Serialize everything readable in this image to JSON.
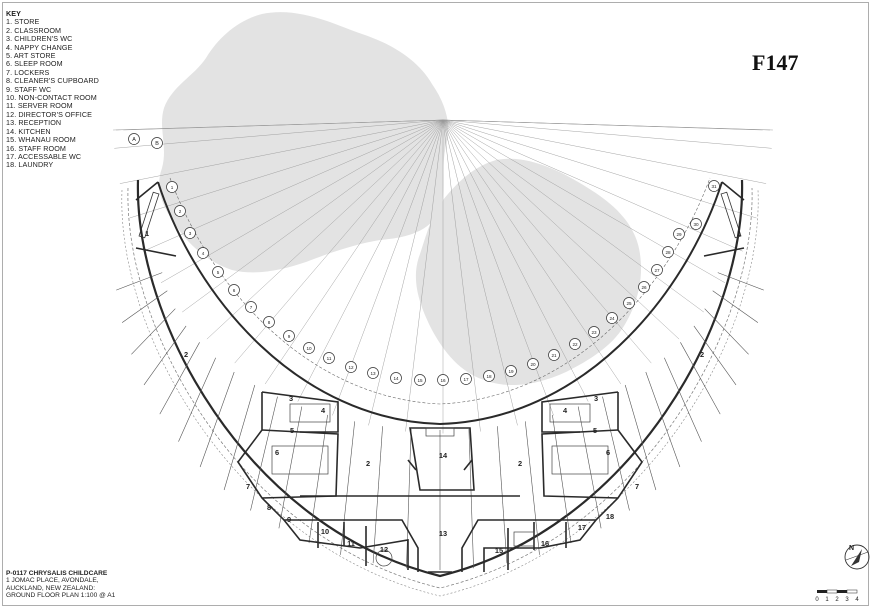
{
  "key": {
    "title": "KEY",
    "items": [
      "1.  STORE",
      "2.  CLASSROOM",
      "3.  CHILDREN'S WC",
      "4.  NAPPY CHANGE",
      "5.  ART STORE",
      "6.  SLEEP ROOM",
      "7.  LOCKERS",
      "8.  CLEANER'S CUPBOARD",
      "9.  STAFF WC",
      "10. NON-CONTACT ROOM",
      "11. SERVER ROOM",
      "12. DIRECTOR'S OFFICE",
      "13. RECEPTION",
      "14. KITCHEN",
      "15. WHANAU ROOM",
      "16. STAFF ROOM",
      "17. ACCESSABLE WC",
      "18. LAUNDRY"
    ]
  },
  "sheet_ref": "F147",
  "title_block": {
    "project": "P-0117 CHRYSALIS CHILDCARE",
    "address_1": "1 JOMAC PLACE, AVONDALE,",
    "address_2": "AUCKLAND, NEW ZEALAND:",
    "drawing": "GROUND FLOOR PLAN 1:100 @ A1"
  },
  "grid_labels": {
    "letters": [
      "A",
      "B"
    ],
    "numbers": [
      "1",
      "2",
      "3",
      "4",
      "5",
      "6",
      "7",
      "8",
      "9",
      "10",
      "11",
      "12",
      "13",
      "14",
      "15",
      "16",
      "17",
      "18",
      "19",
      "20",
      "21",
      "22",
      "23",
      "24",
      "25",
      "26",
      "27",
      "28",
      "29",
      "30",
      "31"
    ]
  },
  "room_labels": [
    {
      "id": "store-left",
      "text": "1"
    },
    {
      "id": "store-right",
      "text": "1"
    },
    {
      "id": "classroom-left-outer",
      "text": "2"
    },
    {
      "id": "classroom-right-outer",
      "text": "2"
    },
    {
      "id": "classroom-left-inner",
      "text": "2"
    },
    {
      "id": "classroom-right-inner",
      "text": "2"
    },
    {
      "id": "wc-left",
      "text": "3"
    },
    {
      "id": "wc-right",
      "text": "3"
    },
    {
      "id": "nappy-left",
      "text": "4"
    },
    {
      "id": "nappy-right",
      "text": "4"
    },
    {
      "id": "art-left",
      "text": "5"
    },
    {
      "id": "art-right",
      "text": "5"
    },
    {
      "id": "sleep-left",
      "text": "6"
    },
    {
      "id": "sleep-right",
      "text": "6"
    },
    {
      "id": "lockers-left",
      "text": "7"
    },
    {
      "id": "lockers-right",
      "text": "7"
    },
    {
      "id": "cleaner",
      "text": "8"
    },
    {
      "id": "staff-wc",
      "text": "9"
    },
    {
      "id": "non-contact",
      "text": "10"
    },
    {
      "id": "server",
      "text": "11"
    },
    {
      "id": "director",
      "text": "12"
    },
    {
      "id": "reception",
      "text": "13"
    },
    {
      "id": "kitchen",
      "text": "14"
    },
    {
      "id": "whanau",
      "text": "15"
    },
    {
      "id": "staff-room",
      "text": "16"
    },
    {
      "id": "accessible-wc",
      "text": "17"
    },
    {
      "id": "laundry",
      "text": "18"
    }
  ],
  "north_label": "N",
  "scale_bar": {
    "ticks": [
      "0",
      "1",
      "2",
      "3",
      "4"
    ]
  },
  "colors": {
    "tree": "#e3e3e3",
    "line": "#2a2a2a",
    "ray": "#9a9a9a"
  }
}
